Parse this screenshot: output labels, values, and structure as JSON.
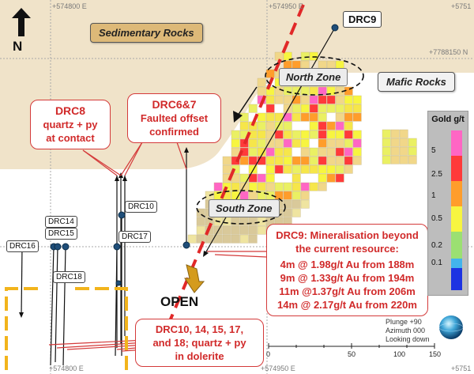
{
  "coords": {
    "top_left": "+574800 E",
    "top_center": "+574950 E",
    "top_right": "+5751",
    "north": "+7788150 N",
    "bottom_left": "+574800 E",
    "bottom_center": "+574950 E",
    "bottom_right": "+5751"
  },
  "north_label": "N",
  "labels": {
    "sedimentary": "Sedimentary Rocks",
    "mafic": "Mafic Rocks",
    "north_zone": "North Zone",
    "south_zone": "South Zone",
    "open": "OPEN"
  },
  "drillholes": {
    "drc9": "DRC9",
    "drc10": "DRC10",
    "drc14": "DRC14",
    "drc15": "DRC15",
    "drc16": "DRC16",
    "drc17": "DRC17",
    "drc18": "DRC18"
  },
  "callouts": {
    "drc8": {
      "title": "DRC8",
      "line1": "quartz + py",
      "line2": "at contact"
    },
    "drc6_7": {
      "title": "DRC6&7",
      "line1": "Faulted offset",
      "line2": "confirmed"
    },
    "drc9": {
      "title": "DRC9: Mineralisation beyond",
      "line1": "the current resource:",
      "intercepts": [
        "4m @ 1.98g/t Au from 188m",
        "9m @ 1.33g/t Au from 194m",
        "11m @1.37g/t Au from 206m",
        "14m @ 2.17g/t Au from 220m"
      ]
    },
    "drc10_group": {
      "line1": "DRC10, 14, 15, 17,",
      "line2": "and 18; quartz + py",
      "line3": "in dolerite"
    }
  },
  "legend": {
    "title": "Gold g/t",
    "ticks": [
      "5",
      "2.5",
      "1",
      "0.5",
      "0.2",
      "0.1"
    ],
    "colors": [
      "#ff66c4",
      "#ff3a3a",
      "#ff9d2b",
      "#f7f540",
      "#9be072",
      "#43b4ec",
      "#1d33e2"
    ]
  },
  "view": {
    "plunge": "Plunge +90",
    "azimuth": "Azimuth 000",
    "looking": "Looking down"
  },
  "scale": {
    "labels": [
      "0",
      "50",
      "100",
      "150"
    ]
  },
  "colors": {
    "sedimentary_fill": "#f0e3c9",
    "fault": "#e12828",
    "callout_text": "#d12a2a",
    "open_box": "#f2b41c"
  }
}
